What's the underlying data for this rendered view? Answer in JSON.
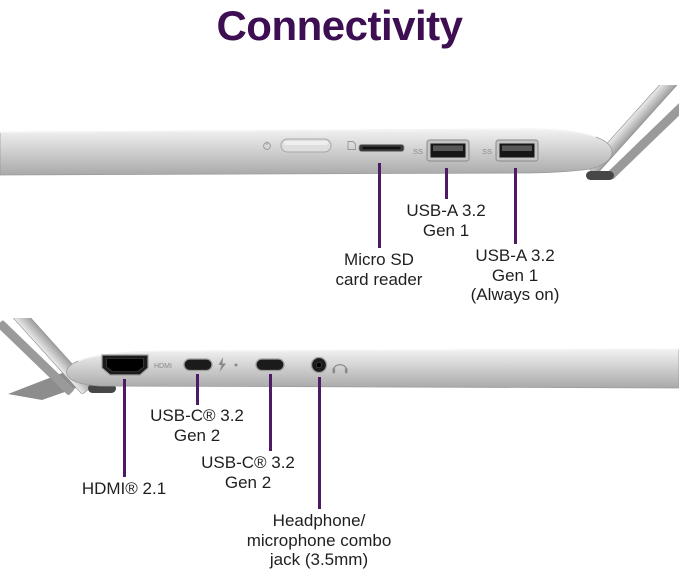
{
  "title": "Connectivity",
  "colors": {
    "title": "#3e0e52",
    "pointer": "#4e1a66",
    "text": "#1f1f1f",
    "laptop_body": "#cccccc",
    "port_dark": "#1b1b1b"
  },
  "top_view": {
    "description": "laptop right-side edge with ports",
    "port_markings": {
      "usb_ss": "SS",
      "hdmi": ""
    },
    "callouts": [
      {
        "target": "usb-a-port-1",
        "lines": [
          "USB-A 3.2",
          "Gen 1"
        ]
      },
      {
        "target": "micro-sd-slot",
        "lines": [
          "Micro SD",
          "card reader"
        ]
      },
      {
        "target": "usb-a-port-2",
        "lines": [
          "USB-A 3.2",
          "Gen 1",
          "(Always on)"
        ]
      }
    ]
  },
  "bottom_view": {
    "description": "laptop left-side edge with ports",
    "port_markings": {
      "hdmi": "HDMI"
    },
    "callouts": [
      {
        "target": "usb-c-port-1",
        "lines": [
          "USB-C® 3.2",
          "Gen 2"
        ]
      },
      {
        "target": "usb-c-port-2",
        "lines": [
          "USB-C® 3.2",
          "Gen 2"
        ]
      },
      {
        "target": "hdmi-port",
        "lines": [
          "HDMI® 2.1"
        ]
      },
      {
        "target": "headphone-jack",
        "lines": [
          "Headphone/",
          "microphone combo",
          "jack (3.5mm)"
        ]
      }
    ]
  }
}
